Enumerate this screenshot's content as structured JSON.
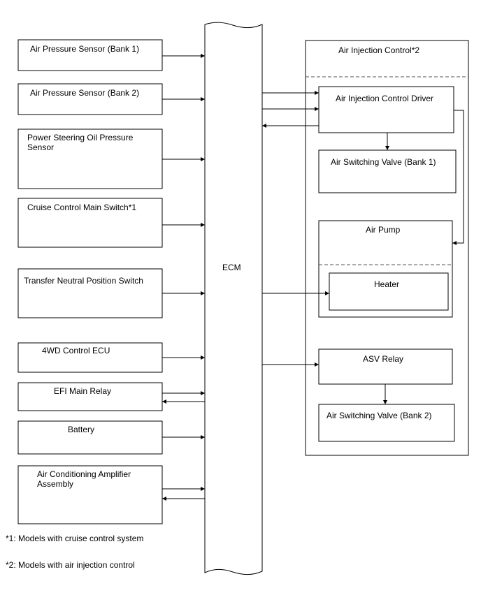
{
  "ecm": {
    "label": "ECM"
  },
  "inputs": {
    "air_pressure_sensor_bank1": "Air Pressure Sensor (Bank 1)",
    "air_pressure_sensor_bank2": "Air Pressure Sensor (Bank 2)",
    "power_steering_oil_pressure_sensor": "Power Steering Oil Pressure Sensor",
    "cruise_control_main_switch": "Cruise Control Main Switch*1",
    "transfer_neutral_position_switch": "Transfer Neutral Position Switch",
    "fourwd_control_ecu": "4WD Control ECU",
    "efi_main_relay": "EFI Main Relay",
    "battery": "Battery",
    "air_conditioning_amplifier_assembly": "Air Conditioning Amplifier Assembly"
  },
  "air_injection": {
    "group_title": "Air Injection Control*2",
    "driver": "Air Injection Control Driver",
    "air_switching_valve_bank1": "Air Switching Valve (Bank 1)",
    "air_pump": "Air Pump",
    "heater": "Heater",
    "asv_relay": "ASV Relay",
    "air_switching_valve_bank2": "Air Switching Valve (Bank 2)"
  },
  "notes": {
    "note1": "*1: Models with cruise control system",
    "note2": "*2: Models with air injection control"
  }
}
